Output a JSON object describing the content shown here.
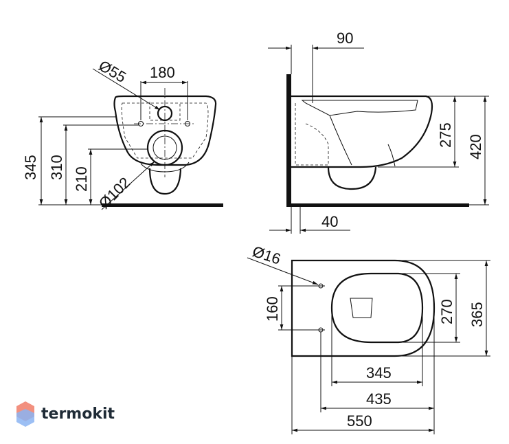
{
  "brand": {
    "name": "termokit",
    "hex_top": "#f2907f",
    "hex_mid": "#b7a3e8",
    "hex_bot": "#8bb4f2"
  },
  "front_view": {
    "dim_d55": "Ø55",
    "dim_180": "180",
    "dim_345": "345",
    "dim_310": "310",
    "dim_210": "210",
    "dim_d102": "Ø102"
  },
  "side_view": {
    "dim_90": "90",
    "dim_275": "275",
    "dim_420": "420",
    "dim_40": "40"
  },
  "top_view": {
    "dim_d16": "Ø16",
    "dim_160": "160",
    "dim_270": "270",
    "dim_365": "365",
    "dim_345": "345",
    "dim_435": "435",
    "dim_550": "550"
  }
}
